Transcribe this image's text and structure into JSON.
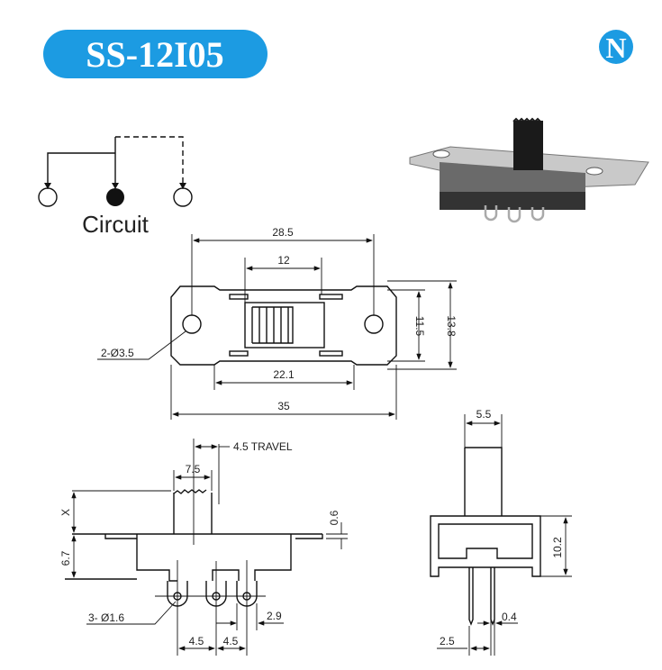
{
  "header": {
    "model": "SS-12I05",
    "logo_letter": "N",
    "accent": "#1c9be2"
  },
  "circuit": {
    "label": "Circuit"
  },
  "top_view": {
    "d_overall_holes": "28.5",
    "d_window": "12",
    "d_inner": "22.1",
    "d_total": "35",
    "d_height_inner": "11.5",
    "d_height_total": "13.8",
    "hole_note": "2-Ø3.5"
  },
  "side_view": {
    "travel": "4.5 TRAVEL",
    "actuator_width": "7.5",
    "actuator_height": "X",
    "body_height": "6.7",
    "plate_thickness": "0.6",
    "pin_note": "3- Ø1.6",
    "pin_offset": "2.9",
    "pitch_1": "4.5",
    "pitch_2": "4.5"
  },
  "end_view": {
    "actuator_width": "5.5",
    "body_height": "10.2",
    "pin_thickness": "0.4",
    "pin_spacing": "2.5"
  }
}
